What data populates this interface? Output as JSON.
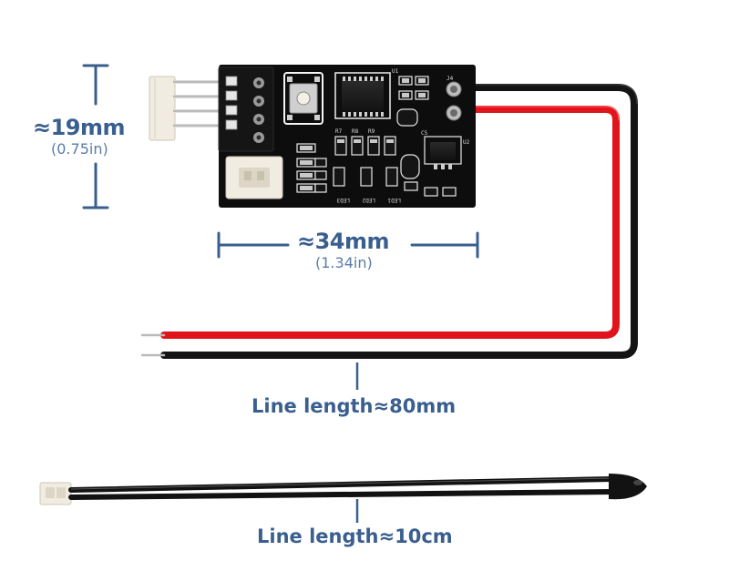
{
  "height_dimension": {
    "value": "≈19mm",
    "imperial": "(0.75in)"
  },
  "width_dimension": {
    "value": "≈34mm",
    "imperial": "(1.34in)"
  },
  "board_cable": {
    "caption": "Line length≈80mm"
  },
  "probe_cable": {
    "caption": "Line length≈10cm"
  },
  "silkscreen": {
    "led_labels": [
      "LED3",
      "LED2",
      "LED1"
    ],
    "misc_labels": [
      "R7",
      "R8",
      "R9",
      "U1",
      "U2",
      "C5",
      "J4"
    ]
  },
  "colors": {
    "dimension_text": "#3a5f8f",
    "pcb": "#0d0d0d",
    "red_wire": "#e0141b",
    "black_wire": "#141414",
    "connector": "#f1ece2"
  }
}
